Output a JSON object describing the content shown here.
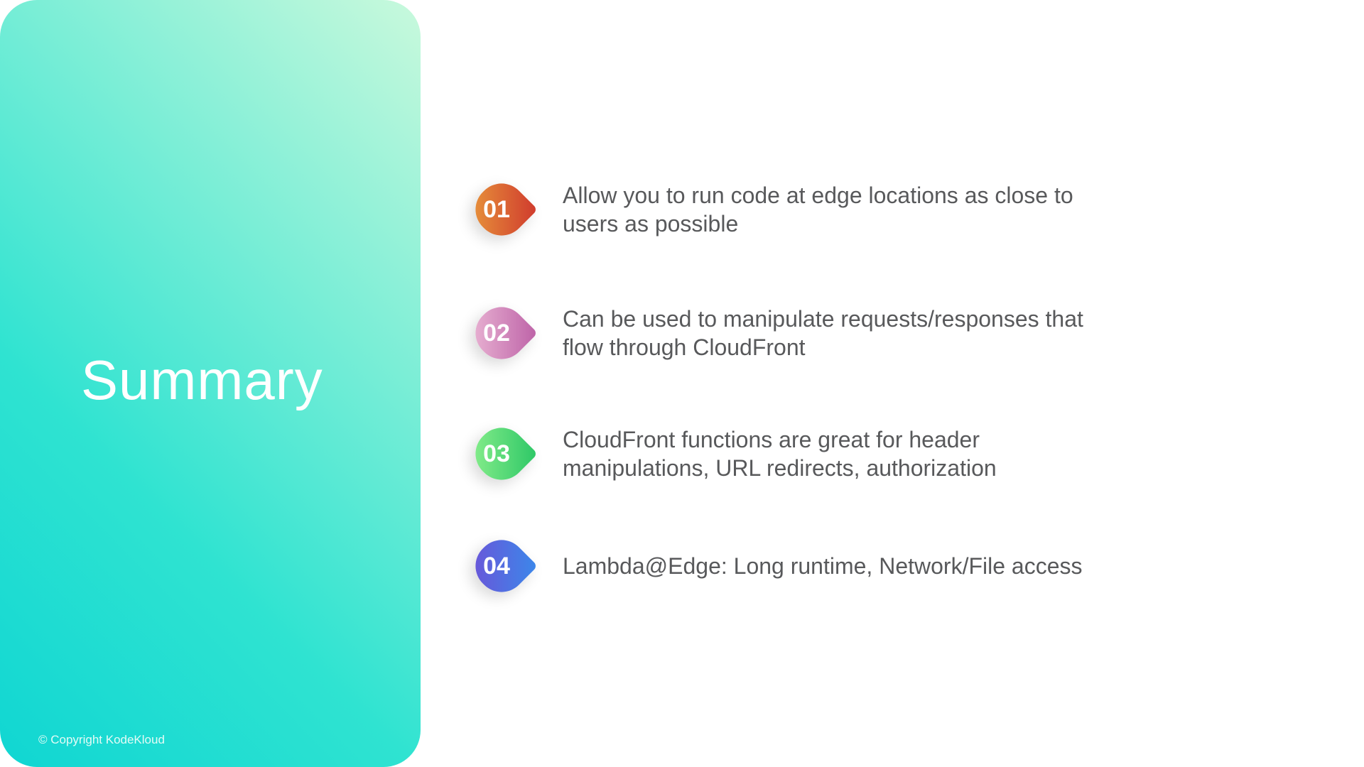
{
  "slide": {
    "title": "Summary",
    "copyright": "© Copyright KodeKloud",
    "title_color": "#ffffff",
    "body_text_color": "#58595b"
  },
  "panel": {
    "gradient_start": "#10d6d2",
    "gradient_mid": "#2fe3d1",
    "gradient_end": "#c9f9dc"
  },
  "items": [
    {
      "number": "01",
      "line1": "Allow you to run code at edge locations as close to",
      "line2": "users as possible",
      "badge_gradient_start": "#e9993c",
      "badge_gradient_end": "#cf392d"
    },
    {
      "number": "02",
      "line1": "Can be used to manipulate requests/responses that",
      "line2": "flow through CloudFront",
      "badge_gradient_start": "#ecb9d6",
      "badge_gradient_end": "#bd62a7"
    },
    {
      "number": "03",
      "line1": "CloudFront functions are great for header",
      "line2": "manipulations, URL redirects, authorization",
      "badge_gradient_start": "#8ef08e",
      "badge_gradient_end": "#2cc766"
    },
    {
      "number": "04",
      "line1": "Lambda@Edge: Long runtime, Network/File access",
      "badge_gradient_start": "#6e51d7",
      "badge_gradient_end": "#3b88ea"
    }
  ]
}
